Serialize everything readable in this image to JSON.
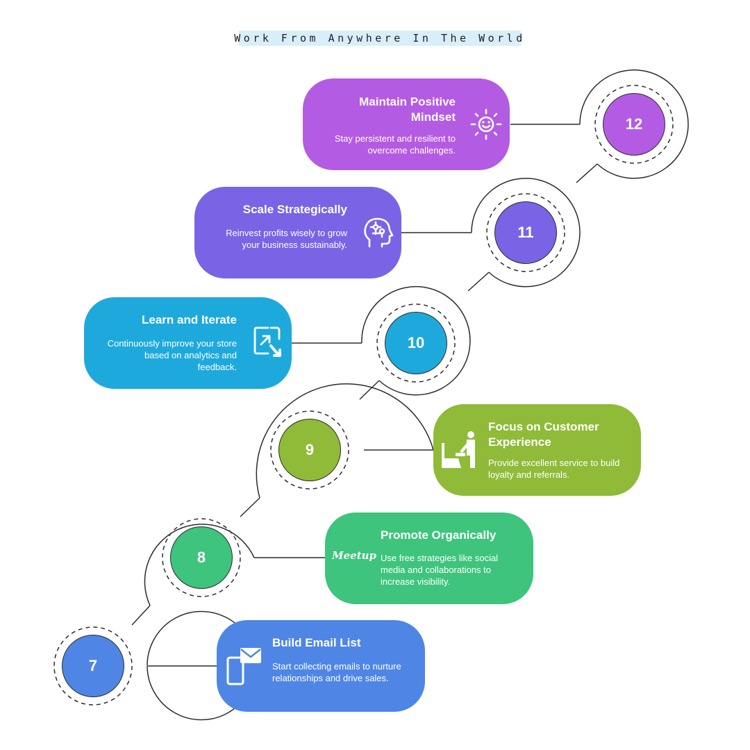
{
  "title": "Work From Anywhere In The World",
  "colors": {
    "step12": "#b45be3",
    "step11": "#7b63e6",
    "step10": "#1ea9dd",
    "step9": "#8fbb38",
    "step8": "#3ec47c",
    "step7": "#4f86e6",
    "line": "#2b2b2b"
  },
  "steps": [
    {
      "number": "12",
      "title": "Maintain Positive Mindset",
      "description": "Stay persistent and resilient to overcome challenges.",
      "icon": "smiling-sun-icon"
    },
    {
      "number": "11",
      "title": "Scale Strategically",
      "description": "Reinvest profits wisely to grow your business sustainably.",
      "icon": "head-brain-icon"
    },
    {
      "number": "10",
      "title": "Learn and Iterate",
      "description": "Continuously improve your store based on analytics and feedback.",
      "icon": "expand-arrows-icon"
    },
    {
      "number": "9",
      "title": "Focus on Customer Experience",
      "description": "Provide excellent service to build loyalty and referrals.",
      "icon": "customer-service-icon"
    },
    {
      "number": "8",
      "title": "Promote Organically",
      "description": "Use free strategies like social media and collaborations to increase visibility.",
      "icon": "meetup-logo-icon",
      "icon_text": "Meetup"
    },
    {
      "number": "7",
      "title": "Build Email List",
      "description": "Start collecting emails to nurture relationships and drive sales.",
      "icon": "email-mobile-icon"
    }
  ]
}
